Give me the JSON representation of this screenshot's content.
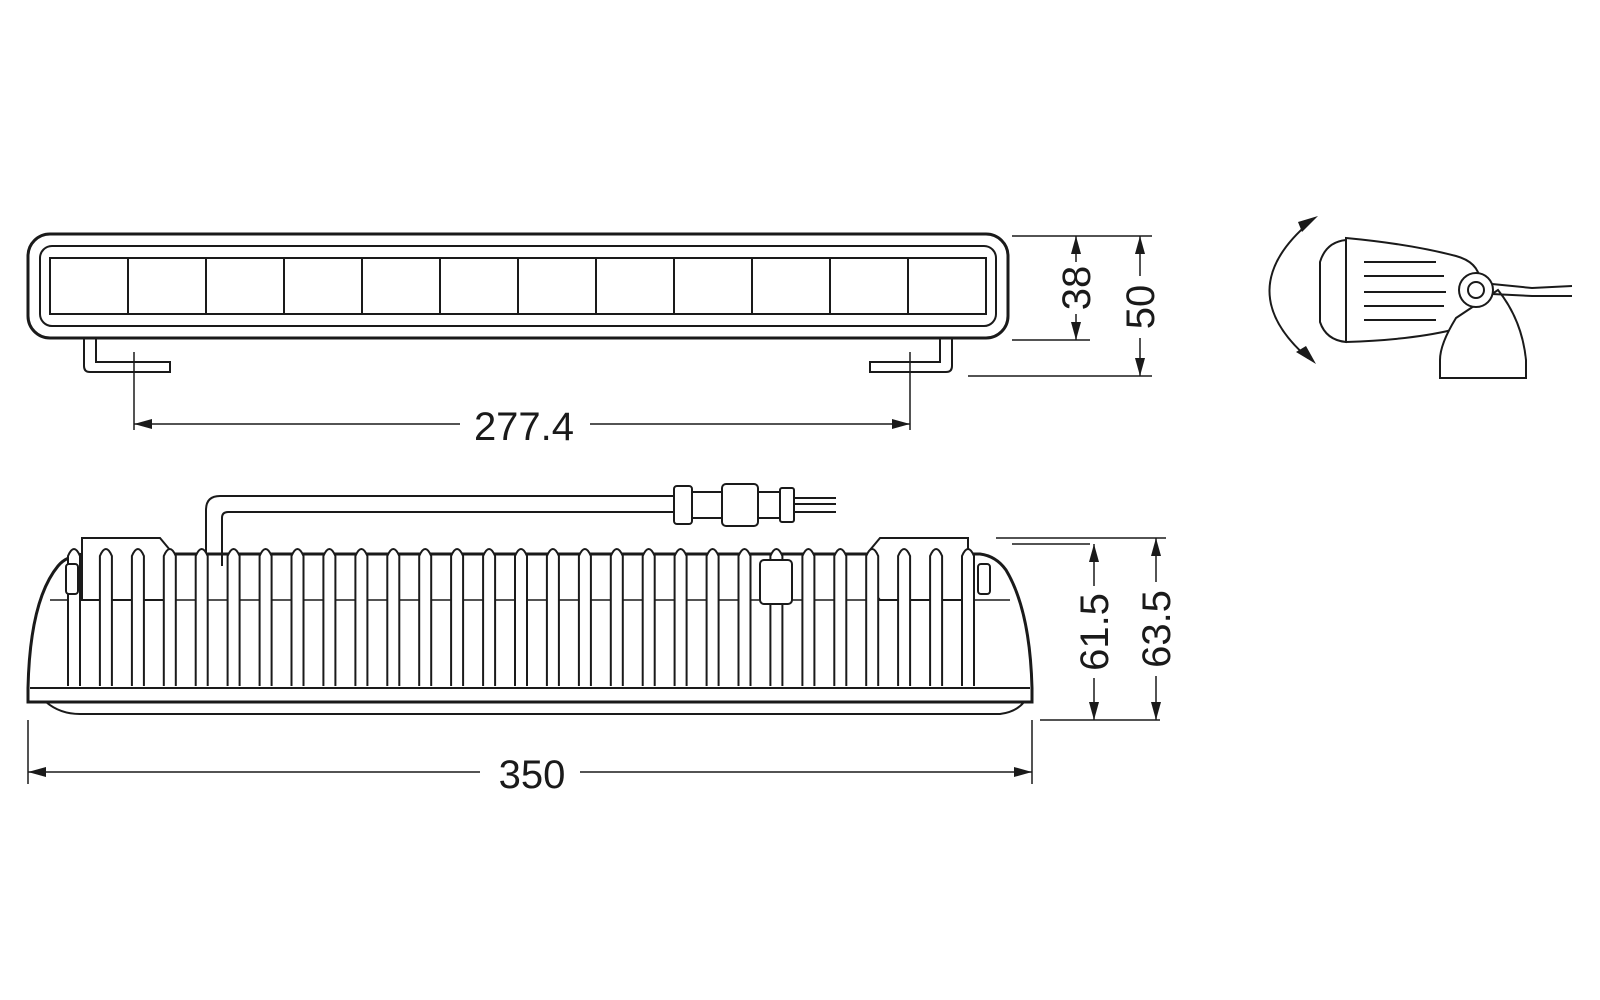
{
  "dimensions": {
    "mount_spacing": "277.4",
    "overall_length": "350",
    "front_lens_height": "38",
    "front_total_height": "50",
    "rear_body_height": "61.5",
    "rear_total_height": "63.5"
  },
  "front_view": {
    "led_segments": 12
  },
  "rear_view": {
    "cooling_fins": 29
  },
  "colors": {
    "line": "#1a1a1a",
    "background": "#ffffff"
  }
}
